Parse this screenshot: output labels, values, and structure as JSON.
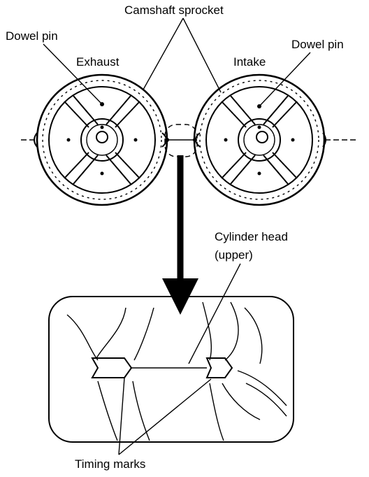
{
  "labels": {
    "camshaft_sprocket": "Camshaft sprocket",
    "dowel_pin_left": "Dowel pin",
    "dowel_pin_right": "Dowel pin",
    "exhaust": "Exhaust",
    "intake": "Intake",
    "cylinder_head_line1": "Cylinder head",
    "cylinder_head_line2": "(upper)",
    "timing_marks": "Timing marks"
  }
}
